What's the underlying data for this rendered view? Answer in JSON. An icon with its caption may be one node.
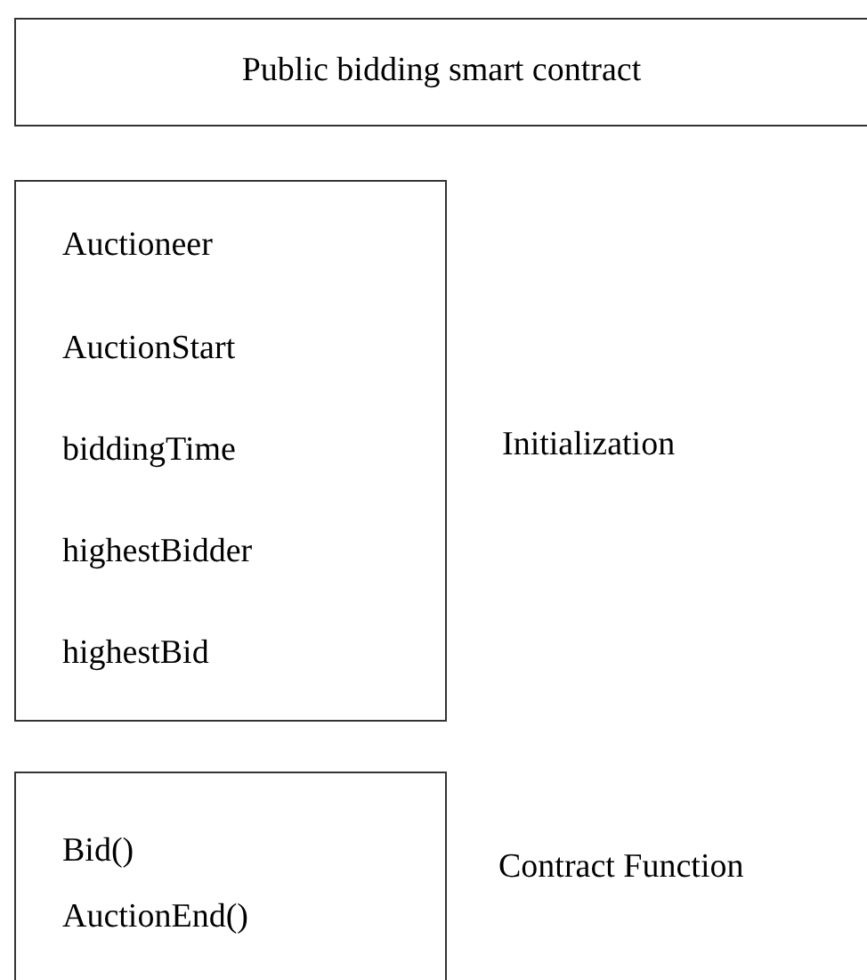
{
  "diagram": {
    "nodes": [
      {
        "text": [
          "Public bidding smart contract"
        ]
      },
      {
        "text": [
          "Auctioneer",
          "AuctionStart",
          "biddingTime",
          "highestBidder",
          "highestBid"
        ],
        "beside": [
          "Initialization"
        ]
      },
      {
        "text": [
          "Bid()",
          "AuctionEnd()"
        ],
        "beside": [
          "Contract Function"
        ]
      }
    ]
  }
}
